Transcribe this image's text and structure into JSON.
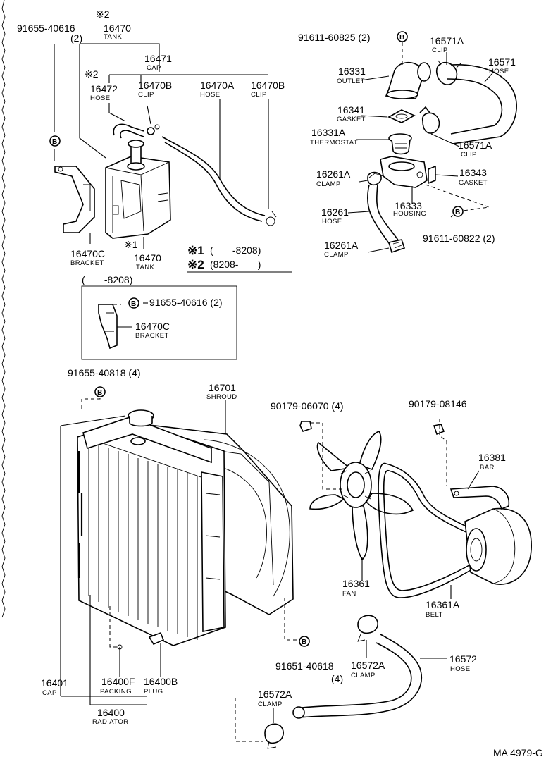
{
  "diagram_id": "MA 4979-G",
  "legend": {
    "note1_mark": "※1",
    "note1_range": "(       -8208)",
    "note2_mark": "※2",
    "note2_range": "(8208-       )",
    "inset_range": "(       -8208)",
    "star1": "※1",
    "star2": "※2",
    "star2b": "※2"
  },
  "bolt_mark": "B",
  "labels": [
    {
      "part": "91655-40616",
      "name": "(2)"
    },
    {
      "part": "16470",
      "name": "TANK"
    },
    {
      "part": "16471",
      "name": "CAP"
    },
    {
      "part": "16472",
      "name": "HOSE"
    },
    {
      "part": "16470B",
      "name": "CLIP"
    },
    {
      "part": "16470A",
      "name": "HOSE"
    },
    {
      "part": "16470B",
      "name": "CLIP"
    },
    {
      "part": "16470C",
      "name": "BRACKET"
    },
    {
      "part": "16470",
      "name": "TANK"
    },
    {
      "part": "91655-40616 (2)",
      "name": ""
    },
    {
      "part": "16470C",
      "name": "BRACKET"
    },
    {
      "part": "91611-60825 (2)",
      "name": ""
    },
    {
      "part": "16571A",
      "name": "CLIP"
    },
    {
      "part": "16571",
      "name": "HOSE"
    },
    {
      "part": "16331",
      "name": "OUTLET"
    },
    {
      "part": "16341",
      "name": "GASKET"
    },
    {
      "part": "16331A",
      "name": "THERMOSTAT"
    },
    {
      "part": "16571A",
      "name": "CLIP"
    },
    {
      "part": "16261A",
      "name": "CLAMP"
    },
    {
      "part": "16343",
      "name": "GASKET"
    },
    {
      "part": "16261",
      "name": "HOSE"
    },
    {
      "part": "16333",
      "name": "HOUSING"
    },
    {
      "part": "91611-60822 (2)",
      "name": ""
    },
    {
      "part": "16261A",
      "name": "CLAMP"
    },
    {
      "part": "91655-40818 (4)",
      "name": ""
    },
    {
      "part": "16701",
      "name": "SHROUD"
    },
    {
      "part": "90179-06070 (4)",
      "name": ""
    },
    {
      "part": "90179-08146",
      "name": ""
    },
    {
      "part": "16381",
      "name": "BAR"
    },
    {
      "part": "16361",
      "name": "FAN"
    },
    {
      "part": "16361A",
      "name": "BELT"
    },
    {
      "part": "91651-40618",
      "name": "(4)"
    },
    {
      "part": "16572A",
      "name": "CLAMP"
    },
    {
      "part": "16572",
      "name": "HOSE"
    },
    {
      "part": "16401",
      "name": "CAP"
    },
    {
      "part": "16400F",
      "name": "PACKING"
    },
    {
      "part": "16400B",
      "name": "PLUG"
    },
    {
      "part": "16400",
      "name": "RADIATOR"
    },
    {
      "part": "16572A",
      "name": "CLAMP"
    }
  ]
}
